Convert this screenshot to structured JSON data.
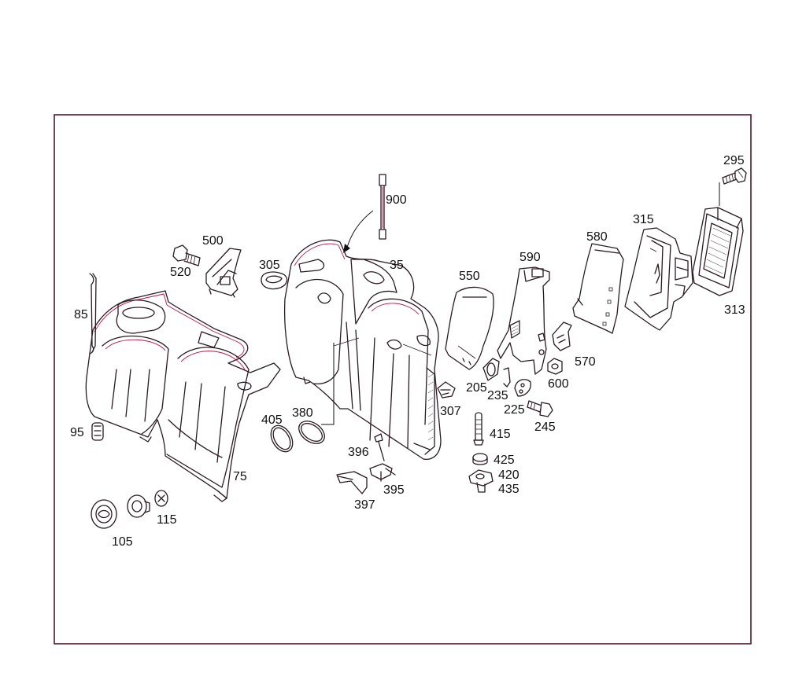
{
  "diagram": {
    "type": "exploded parts diagram",
    "callouts": {
      "p85": "85",
      "p95": "95",
      "p105": "105",
      "p115": "115",
      "p75": "75",
      "p520": "520",
      "p500": "500",
      "p305": "305",
      "p900": "900",
      "p35": "35",
      "p405": "405",
      "p380": "380",
      "p396": "396",
      "p395": "395",
      "p397": "397",
      "p550": "550",
      "p590": "590",
      "p307": "307",
      "p205": "205",
      "p235": "235",
      "p225": "225",
      "p245": "245",
      "p415": "415",
      "p425": "425",
      "p420": "420",
      "p435": "435",
      "p600": "600",
      "p570": "570",
      "p580": "580",
      "p315": "315",
      "p295": "295",
      "p313": "313"
    },
    "colors": {
      "line": "#2a1a22",
      "outline_accent": "#b0154a",
      "frame": "#4a1a2a",
      "background": "#ffffff"
    }
  }
}
